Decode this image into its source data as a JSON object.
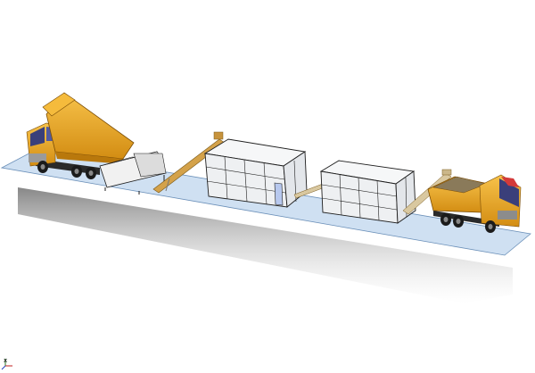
{
  "scene": {
    "description_items": [
      "unloading-dump-truck",
      "receiving-hopper",
      "inclined-screw-conveyor",
      "processing-container-1",
      "short-screw-conveyor",
      "processing-container-2",
      "outlet-conveyor",
      "loading-dump-truck"
    ]
  },
  "colors": {
    "background": "#ffffff",
    "ground": "#cfe0f2",
    "truck": "#f0a81e",
    "truck_dark": "#b9780c",
    "cab_glass": "#3a3f7a",
    "container": "#eef0f2",
    "container_line": "#1e1e1e",
    "conveyor": "#d4a24a",
    "tire": "#1b1b1b",
    "door": "#b7c8ee"
  },
  "axis": {
    "label": "x"
  }
}
